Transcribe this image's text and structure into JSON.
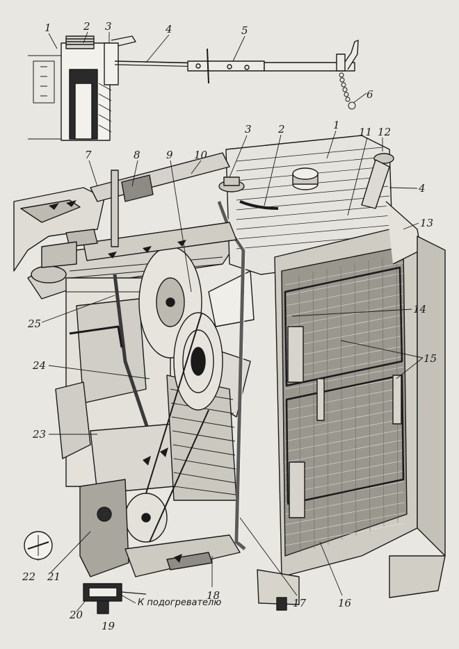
{
  "callouts": {
    "n1_top": "1",
    "n2_top": "2",
    "n3_top": "3",
    "n4_top": "4",
    "n5_top": "5",
    "n6": "6",
    "n3": "3",
    "n2": "2",
    "n1": "1",
    "n11": "11",
    "n12": "12",
    "n4": "4",
    "n13": "13",
    "n7": "7",
    "n8": "8",
    "n9": "9",
    "n10": "10",
    "n14": "14",
    "n15": "15",
    "n25": "25",
    "n24": "24",
    "n23": "23",
    "n22": "22",
    "n21": "21",
    "n20": "20",
    "n19": "19",
    "n18": "18",
    "n17": "17",
    "n16": "16"
  },
  "caption_heater": "К подогревателю",
  "colors": {
    "paper": "#e9e7e1",
    "ink": "#1a1a1a",
    "bleed": "#c9c6bf"
  }
}
